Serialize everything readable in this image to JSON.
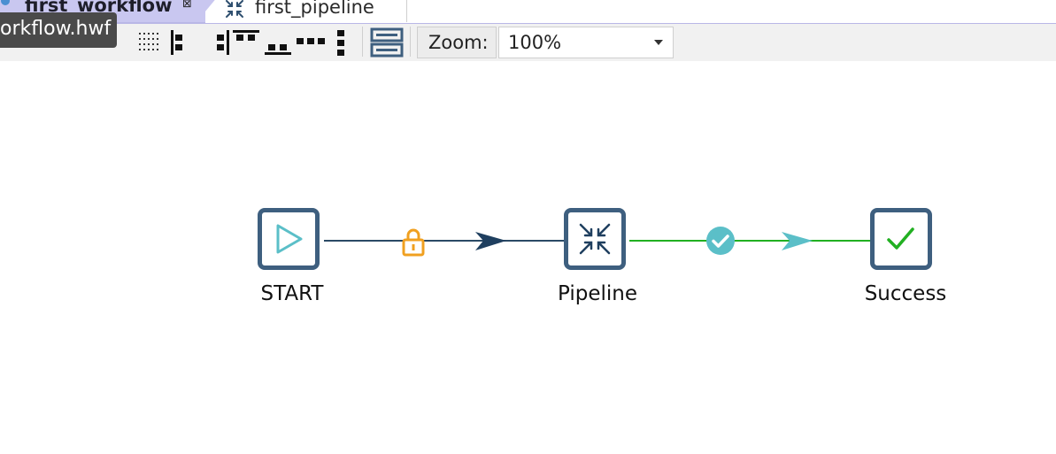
{
  "tabs": [
    {
      "label": "first_workflow",
      "active": true
    },
    {
      "label": "first_pipeline",
      "active": false
    }
  ],
  "tooltip": "orkflow.hwf",
  "toolbar": {
    "zoom_label": "Zoom:",
    "zoom_value": "100%"
  },
  "workflow": {
    "nodes": [
      {
        "label": "START",
        "icon": "play-icon"
      },
      {
        "label": "Pipeline",
        "icon": "pipeline-icon"
      },
      {
        "label": "Success",
        "icon": "checkmark-icon"
      }
    ],
    "hops": [
      {
        "from": "START",
        "to": "Pipeline",
        "condition": "unconditional",
        "color": "#2b4a66",
        "marker": "lock-icon"
      },
      {
        "from": "Pipeline",
        "to": "Success",
        "condition": "success",
        "color": "#22b022",
        "marker": "check-circle-icon"
      }
    ]
  },
  "colors": {
    "tab_active": "#c9c7f0",
    "node_border": "#3e5f7f",
    "lock": "#f0a020",
    "success_line": "#22b022",
    "success_marker": "#5bbfc8"
  }
}
